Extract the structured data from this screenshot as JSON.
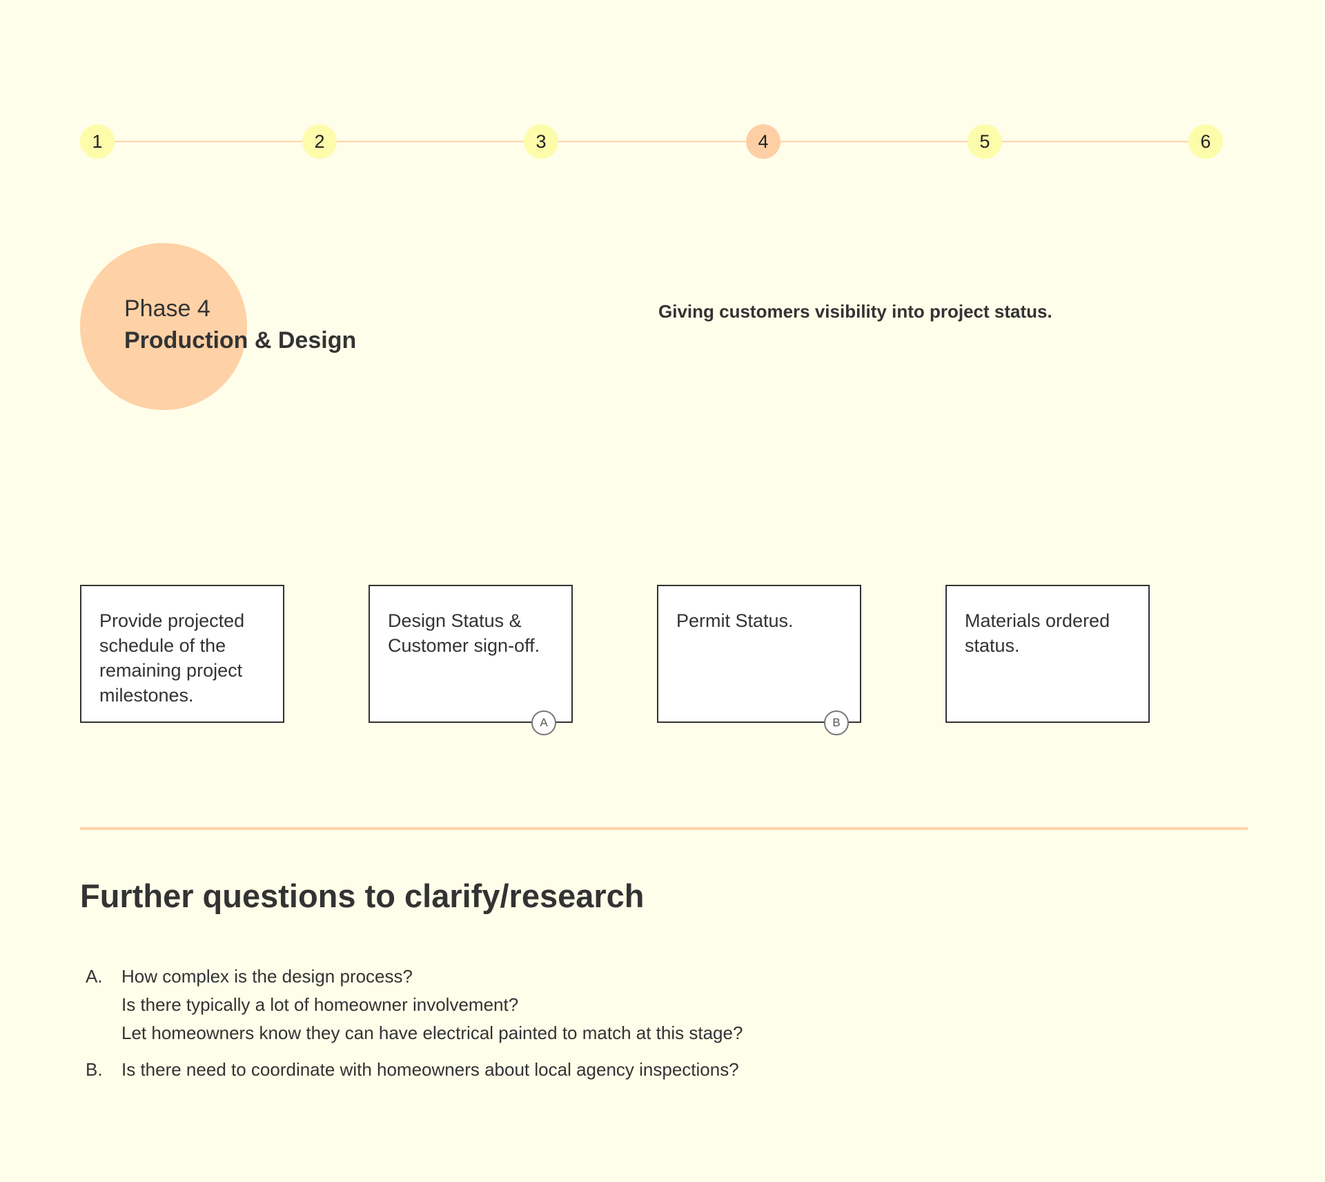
{
  "stepper": {
    "steps": [
      "1",
      "2",
      "3",
      "4",
      "5",
      "6"
    ],
    "active_step": "4"
  },
  "phase": {
    "number_label": "Phase 4",
    "name": "Production & Design",
    "description": "Giving customers visibility into project status."
  },
  "cards": [
    {
      "text": "Provide projected schedule of the remaining project milestones.",
      "marker": ""
    },
    {
      "text": "Design Status & Customer sign-off.",
      "marker": "A"
    },
    {
      "text": "Permit Status.",
      "marker": "B"
    },
    {
      "text": "Materials ordered status.",
      "marker": ""
    }
  ],
  "further": {
    "title": "Further questions to clarify/research",
    "questions": [
      {
        "letter": "A.",
        "lines": [
          "How complex is the design process?",
          "Is there typically a lot of homeowner involvement?",
          "Let homeowners know they can have electrical painted to match at this stage?"
        ]
      },
      {
        "letter": "B.",
        "lines": [
          "Is there need to coordinate with homeowners about local agency inspections?"
        ]
      }
    ]
  },
  "colors": {
    "background": "#fefeea",
    "step_default": "#fdfcab",
    "step_active": "#fecfa5",
    "accent_line": "#ffd4aa",
    "phase_circle": "#fed1a6",
    "text": "#333333"
  }
}
